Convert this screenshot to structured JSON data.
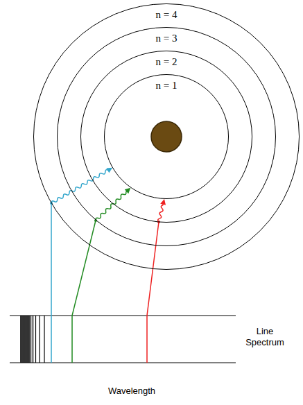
{
  "diagram": {
    "nodes": [
      {
        "text": [
          "n = 4"
        ]
      },
      {
        "text": [
          "n = 3"
        ],
        "in": 0
      },
      {
        "text": [
          "n = 2"
        ],
        "in": 1
      },
      {
        "text": [
          "n = 1"
        ],
        "in": 2
      }
    ],
    "labels": [
      "Line Spectrum",
      "Wavelength"
    ]
  }
}
